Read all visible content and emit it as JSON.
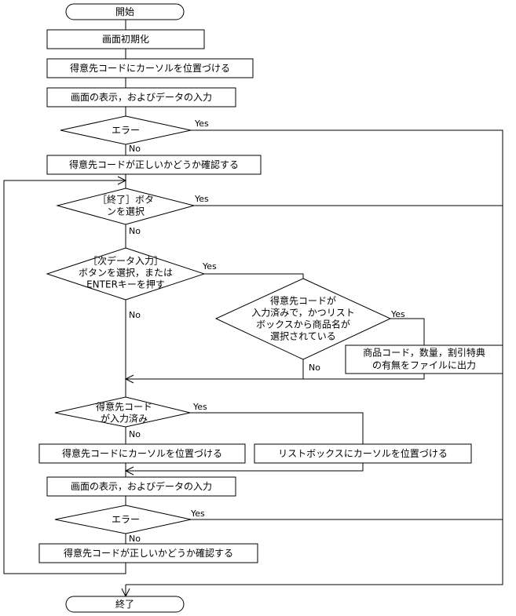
{
  "flowchart": {
    "start": "開始",
    "init_screen": "画面初期化",
    "cursor_customer_1": "得意先コードにカーソルを位置づける",
    "display_input_1": "画面の表示，およびデータの入力",
    "error_1": "エラー",
    "check_customer_1": "得意先コードが正しいかどうか確認する",
    "end_button_q": [
      "［終了］ボタ",
      "ンを選択"
    ],
    "next_data_q": [
      "［次データ入力］",
      "ボタンを選択，または",
      "ENTERキーを押す"
    ],
    "entered_selected_q": [
      "得意先コードが",
      "入力済みで，かつリスト",
      "ボックスから商品名が",
      "選択されている"
    ],
    "output_file": [
      "商品コード，数量，割引特典",
      "の有無をファイルに出力"
    ],
    "customer_entered_q": [
      "得意先コード",
      "が入力済み"
    ],
    "cursor_customer_2": "得意先コードにカーソルを位置づける",
    "cursor_listbox": "リストボックスにカーソルを位置づける",
    "display_input_2": "画面の表示，およびデータの入力",
    "error_2": "エラー",
    "check_customer_2": "得意先コードが正しいかどうか確認する",
    "end": "終了"
  },
  "labels": {
    "yes": "Yes",
    "no": "No"
  }
}
